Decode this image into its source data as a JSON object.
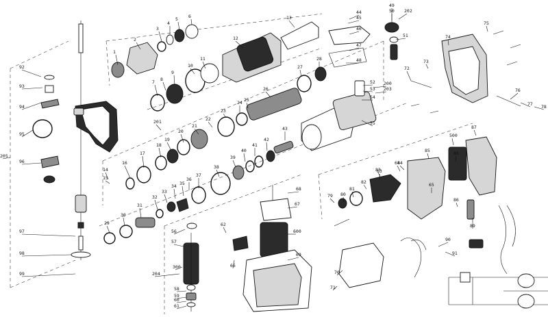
{
  "diagram": {
    "callouts": {
      "c1": "1",
      "c2": "2",
      "c3": "3",
      "c4": "4",
      "c5": "5",
      "c6": "6",
      "c7": "7",
      "c8": "8",
      "c9": "9",
      "c10": "10",
      "c11": "11",
      "c12": "12",
      "c13": "13",
      "c14": "14",
      "c15": "15",
      "c16": "16",
      "c17": "17",
      "c18": "18",
      "c19": "19",
      "c20": "20",
      "c21": "21",
      "c22": "22",
      "c23": "23",
      "c24": "24",
      "c25": "25",
      "c26": "26",
      "c27": "27",
      "c28": "28",
      "c29": "29",
      "c30": "30",
      "c31": "31",
      "c32": "32",
      "c33": "33",
      "c34": "34",
      "c35": "35",
      "c36": "36",
      "c37": "37",
      "c38": "38",
      "c39": "39",
      "c40": "40",
      "c41": "41",
      "c42": "42",
      "c43": "43",
      "c44": "44",
      "c45": "45",
      "c46": "46",
      "c47": "47",
      "c48": "48",
      "c49": "49",
      "c50": "50",
      "c51": "51",
      "c52": "52",
      "c53": "53",
      "c54": "54",
      "c55": "55",
      "c56": "56",
      "c57": "57",
      "c58": "58",
      "c59": "59",
      "c60": "60",
      "c61": "61",
      "c62": "62",
      "c63": "63",
      "c64": "64",
      "c65": "65",
      "c66": "66",
      "c67": "67",
      "c68": "68",
      "c69": "69",
      "c70": "70",
      "c71": "71",
      "c72": "72",
      "c73": "73",
      "c74": "74",
      "c75": "75",
      "c76": "76",
      "c77": "77",
      "c78": "78",
      "c79": "79",
      "c80": "80",
      "c81": "81",
      "c82": "82",
      "c83": "83",
      "c84": "84",
      "c85": "85",
      "c86": "86",
      "c87": "87",
      "c88": "88",
      "c89": "89",
      "c90": "90",
      "c91": "91",
      "c92": "92",
      "c93": "93",
      "c94": "94",
      "c95": "95",
      "c96": "96",
      "c97": "97",
      "c98": "98",
      "c99": "99",
      "c200": "200",
      "c201": "201",
      "c202": "202",
      "c203": "203",
      "c204": "204",
      "c205": "205",
      "c300": "300",
      "c500": "500",
      "c600": "600"
    }
  }
}
